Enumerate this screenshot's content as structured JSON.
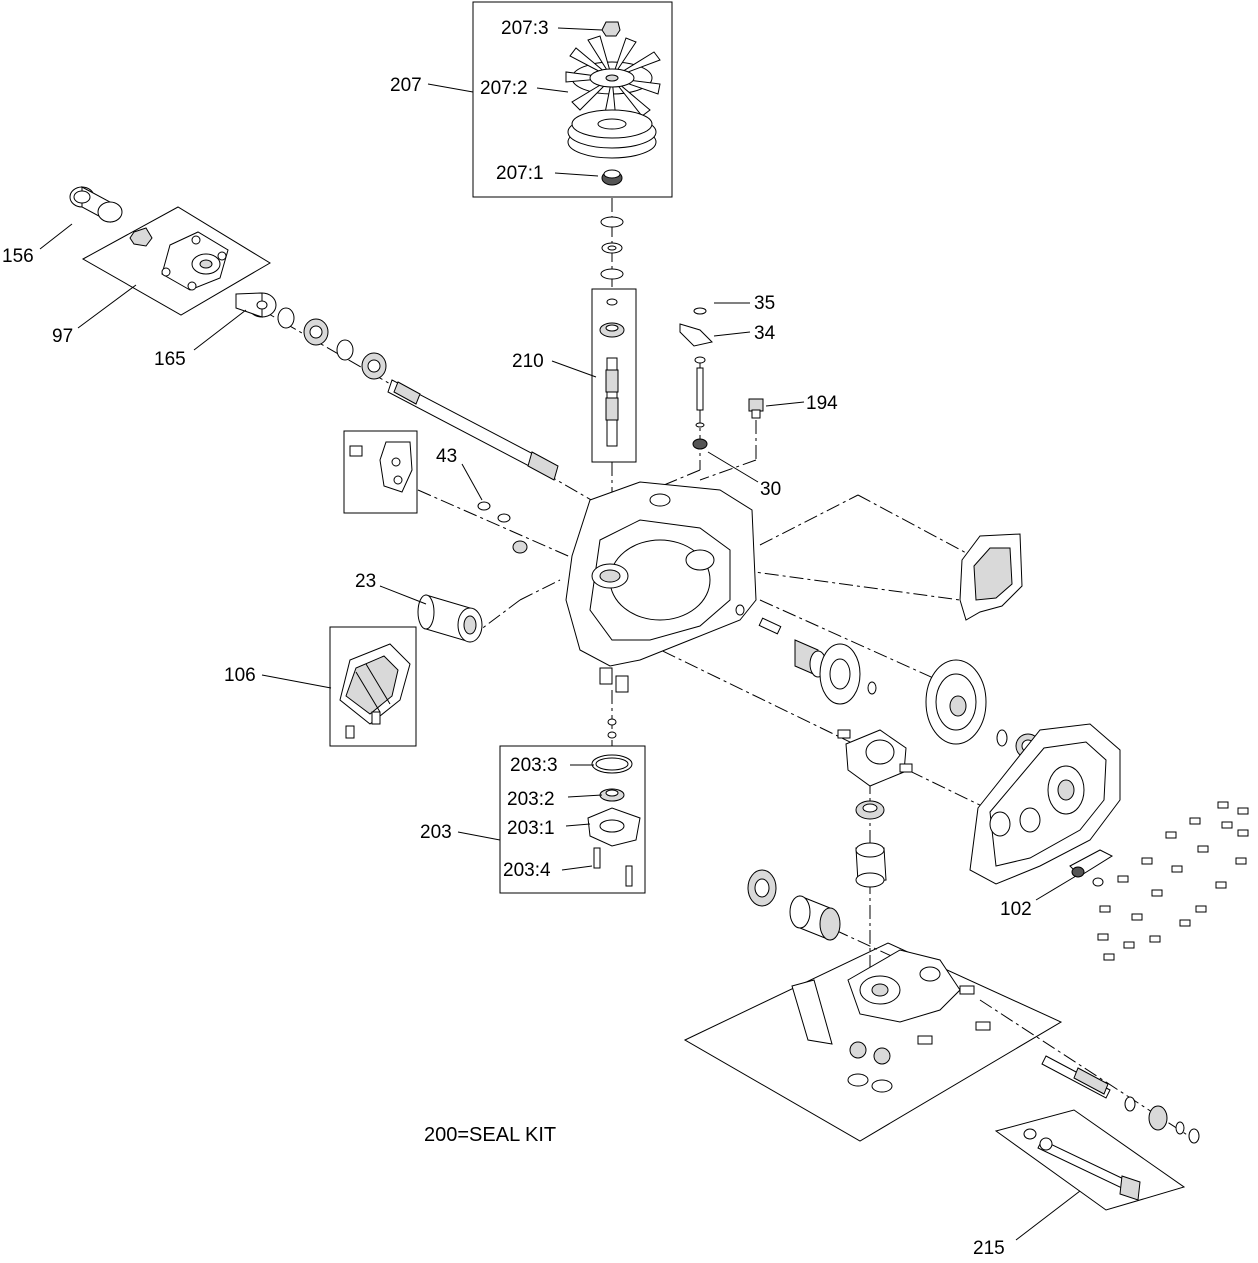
{
  "diagram": {
    "note": "200=SEAL KIT",
    "callouts": {
      "c207_3": "207:3",
      "c207": "207",
      "c207_2": "207:2",
      "c207_1": "207:1",
      "c156": "156",
      "c97": "97",
      "c165": "165",
      "c210": "210",
      "c35": "35",
      "c34": "34",
      "c194": "194",
      "c43": "43",
      "c30": "30",
      "c23": "23",
      "c106": "106",
      "c203_3": "203:3",
      "c203_2": "203:2",
      "c203_1": "203:1",
      "c203": "203",
      "c203_4": "203:4",
      "c102": "102",
      "c215": "215"
    }
  }
}
